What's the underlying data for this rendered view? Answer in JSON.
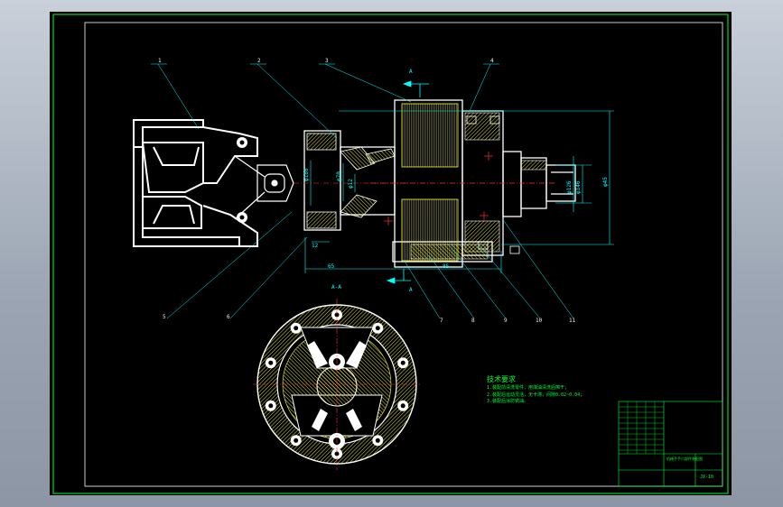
{
  "section_label": "A-A",
  "view_marks": [
    "A",
    "A"
  ],
  "balloons": [
    "1",
    "2",
    "3",
    "4",
    "5",
    "6",
    "7",
    "8",
    "9",
    "10",
    "11"
  ],
  "dimensions": {
    "d1": "φ180",
    "d2": "φ70",
    "d3": "φ12",
    "d4": "φ126",
    "d5": "φ146",
    "d6": "φ45",
    "l1": "12",
    "l2": "65",
    "l3": "85"
  },
  "tech_requirements": {
    "title": "技术要求",
    "lines": [
      "1.装配前清洗零件，用煤油清洗后擦干；",
      "2.装配后运动灵活，无卡滞，间隙0.02~0.04；",
      "3.装配后涂防锈油。"
    ]
  },
  "title_block": {
    "name": "机械手手爪部件装配图",
    "drawing_no": "JX-10"
  },
  "colors": {
    "background": "#000000",
    "frame": "#00ff33",
    "outline": "#ffffff",
    "hatch": "#ffff40",
    "dimension": "#00ffff",
    "center": "#ff3030"
  }
}
